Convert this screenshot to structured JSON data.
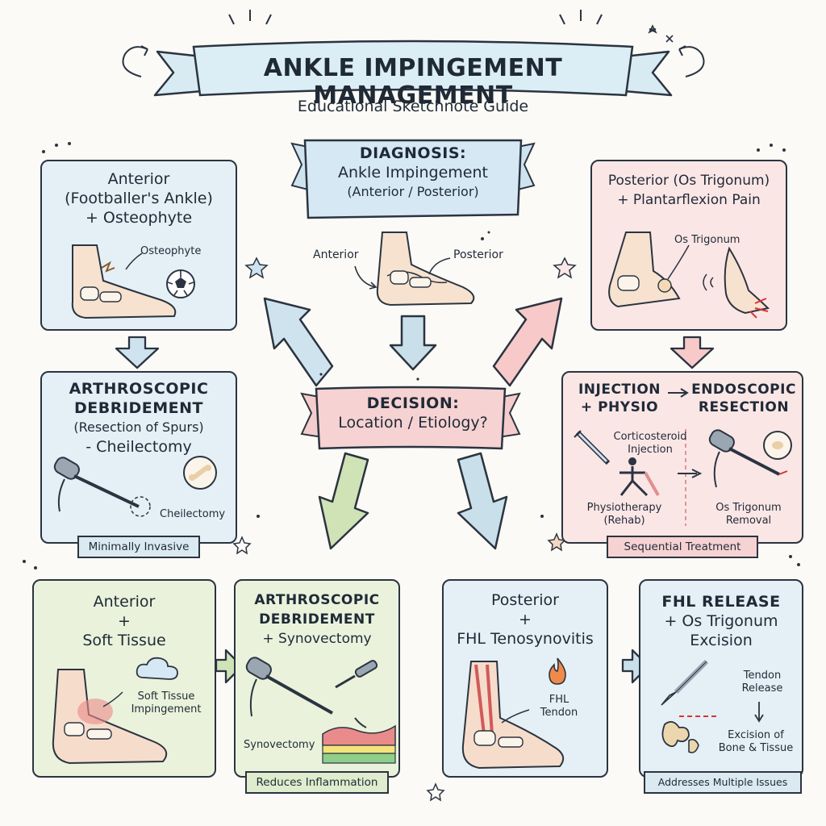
{
  "header": {
    "title": "ANKLE IMPINGEMENT MANAGEMENT",
    "subtitle": "Educational Sketchnote Guide"
  },
  "diagnosis": {
    "title_lines": [
      "DIAGNOSIS:",
      "Ankle Impingement",
      "(Anterior / Posterior)"
    ],
    "label_anterior": "Anterior",
    "label_posterior": "Posterior"
  },
  "decision": {
    "lines": [
      "DECISION:",
      "Location / Etiology?"
    ]
  },
  "anterior_osteophyte": {
    "title_lines": [
      "Anterior",
      "(Footballer's Ankle)",
      "+ Osteophyte"
    ],
    "label": "Osteophyte"
  },
  "arthroscopic_spurs": {
    "title_lines": [
      "ARTHROSCOPIC",
      "DEBRIDEMENT",
      "(Resection of Spurs)",
      "- Cheilectomy"
    ],
    "label": "Cheilectomy",
    "ribbon": "Minimally Invasive"
  },
  "posterior_os": {
    "title_lines": [
      "Posterior (Os Trigonum)",
      "+ Plantarflexion Pain"
    ],
    "label": "Os Trigonum"
  },
  "injection_endoscopic": {
    "title_left_lines": [
      "INJECTION",
      "+ PHYSIO"
    ],
    "title_right_lines": [
      "ENDOSCOPIC",
      "RESECTION"
    ],
    "label_injection_lines": [
      "Corticosteroid",
      "Injection"
    ],
    "label_physio_lines": [
      "Physiotherapy",
      "(Rehab)"
    ],
    "label_removal_lines": [
      "Os Trigonum",
      "Removal"
    ],
    "ribbon": "Sequential Treatment"
  },
  "anterior_soft": {
    "title_lines": [
      "Anterior",
      "+",
      "Soft Tissue"
    ],
    "label_lines": [
      "Soft Tissue",
      "Impingement"
    ]
  },
  "arthroscopic_synovectomy": {
    "title_lines": [
      "ARTHROSCOPIC",
      "DEBRIDEMENT",
      "+ Synovectomy"
    ],
    "label": "Synovectomy",
    "ribbon": "Reduces Inflammation"
  },
  "posterior_fhl": {
    "title_lines": [
      "Posterior",
      "+",
      "FHL Tenosynovitis"
    ],
    "label_lines": [
      "FHL",
      "Tendon"
    ]
  },
  "fhl_release": {
    "title_lines": [
      "FHL RELEASE",
      "+ Os Trigonum",
      "Excision"
    ],
    "label_tendon_lines": [
      "Tendon",
      "Release"
    ],
    "label_excision_lines": [
      "Excision of",
      "Bone & Tissue"
    ],
    "ribbon": "Addresses Multiple Issues"
  },
  "colors": {
    "blue": "#e4eff6",
    "pink": "#fbe6e6",
    "green": "#eaf2dc",
    "ink": "#2b3440"
  }
}
